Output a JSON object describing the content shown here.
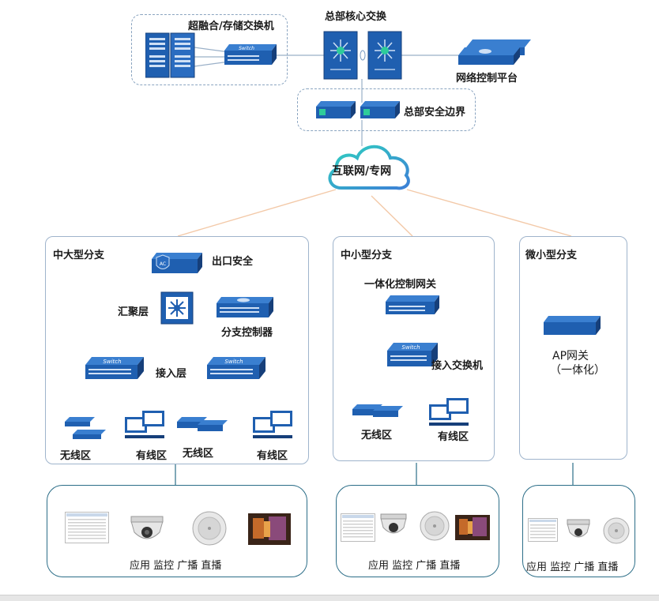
{
  "hq": {
    "storage_switch": "超融合/存储交换机",
    "core_switch": "总部核心交换",
    "network_platform": "网络控制平台",
    "security_edge": "总部安全边界",
    "cloud": "互联网/专网"
  },
  "branches": {
    "large": {
      "title": "中大型分支",
      "egress": "出口安全",
      "aggregation": "汇聚层",
      "controller": "分支控制器",
      "access": "接入层",
      "wireless_a": "无线区",
      "wired_a": "有线区",
      "wireless_b": "无线区",
      "wired_b": "有线区"
    },
    "small": {
      "title": "中小型分支",
      "gateway": "一体化控制网关",
      "access_switch": "接入交换机",
      "wireless": "无线区",
      "wired": "有线区"
    },
    "micro": {
      "title": "微小型分支",
      "ap_gateway_1": "AP网关",
      "ap_gateway_2": "（一体化）"
    }
  },
  "apps": {
    "large": "应用 监控 广播 直播",
    "small": "应用  监控 广播  直播",
    "micro": "应用  监控 广播  直播"
  },
  "device_text": {
    "switch": "Switch",
    "ac": "AC"
  },
  "colors": {
    "device_blue": "#1f5fb0",
    "device_dark": "#163f7a",
    "line_orange": "#f3c9a8",
    "line_blue": "#8fb3d6"
  }
}
